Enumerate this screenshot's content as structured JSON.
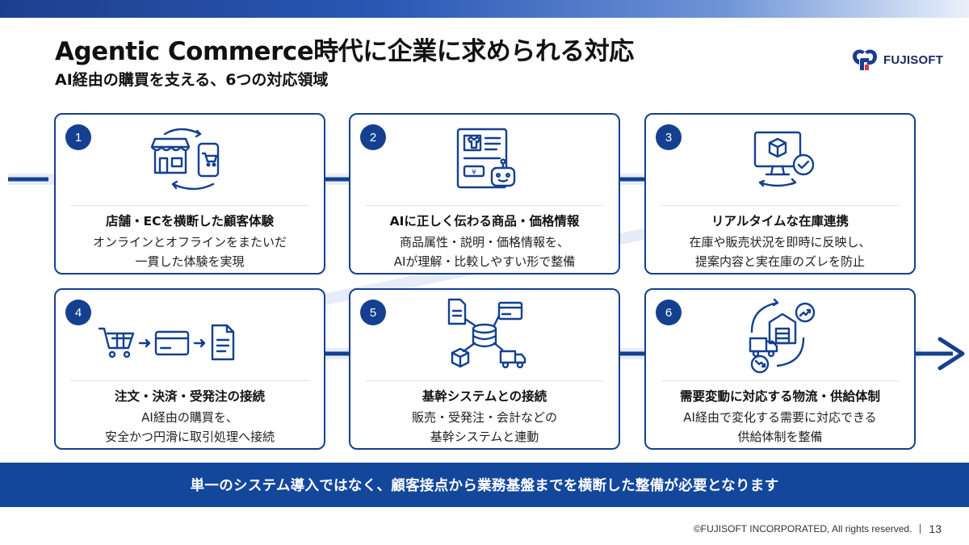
{
  "header": {
    "title": "Agentic Commerce時代に企業に求められる対応",
    "subtitle": "AI経由の購買を支える、6つの対応領域"
  },
  "logo": {
    "text": "FUJISOFT"
  },
  "colors": {
    "primary": "#14408f",
    "banner": "#13479c",
    "flow_line": "#e6edf8"
  },
  "cards": [
    {
      "number": "1",
      "icon": "store-and-smartphone-icon",
      "title": "店舗・ECを横断した顧客体験",
      "desc": [
        "オンラインとオフラインをまたいだ",
        "一貫した体験を実現"
      ]
    },
    {
      "number": "2",
      "icon": "product-info-ai-icon",
      "title": "AIに正しく伝わる商品・価格情報",
      "desc": [
        "商品属性・説明・価格情報を、",
        "AIが理解・比較しやすい形で整備"
      ]
    },
    {
      "number": "3",
      "icon": "inventory-monitor-icon",
      "title": "リアルタイムな在庫連携",
      "desc": [
        "在庫や販売状況を即時に反映し、",
        "提案内容と実在庫のズレを防止"
      ]
    },
    {
      "number": "4",
      "icon": "order-payment-flow-icon",
      "title": "注文・決済・受発注の接続",
      "desc": [
        "AI経由の購買を、",
        "安全かつ円滑に取引処理へ接続"
      ]
    },
    {
      "number": "5",
      "icon": "core-system-database-icon",
      "title": "基幹システムとの接続",
      "desc": [
        "販売・受発注・会計などの",
        "基幹システムと連動"
      ]
    },
    {
      "number": "6",
      "icon": "logistics-supply-icon",
      "title": "需要変動に対応する物流・供給体制",
      "desc": [
        "AI経由で変化する需要に対応できる",
        "供給体制を整備"
      ]
    }
  ],
  "banner": {
    "text": "単一のシステム導入ではなく、顧客接点から業務基盤までを横断した整備が必要となります"
  },
  "footer": {
    "copyright": "©FUJISOFT INCORPORATED, All rights reserved.",
    "page_number": "13"
  }
}
